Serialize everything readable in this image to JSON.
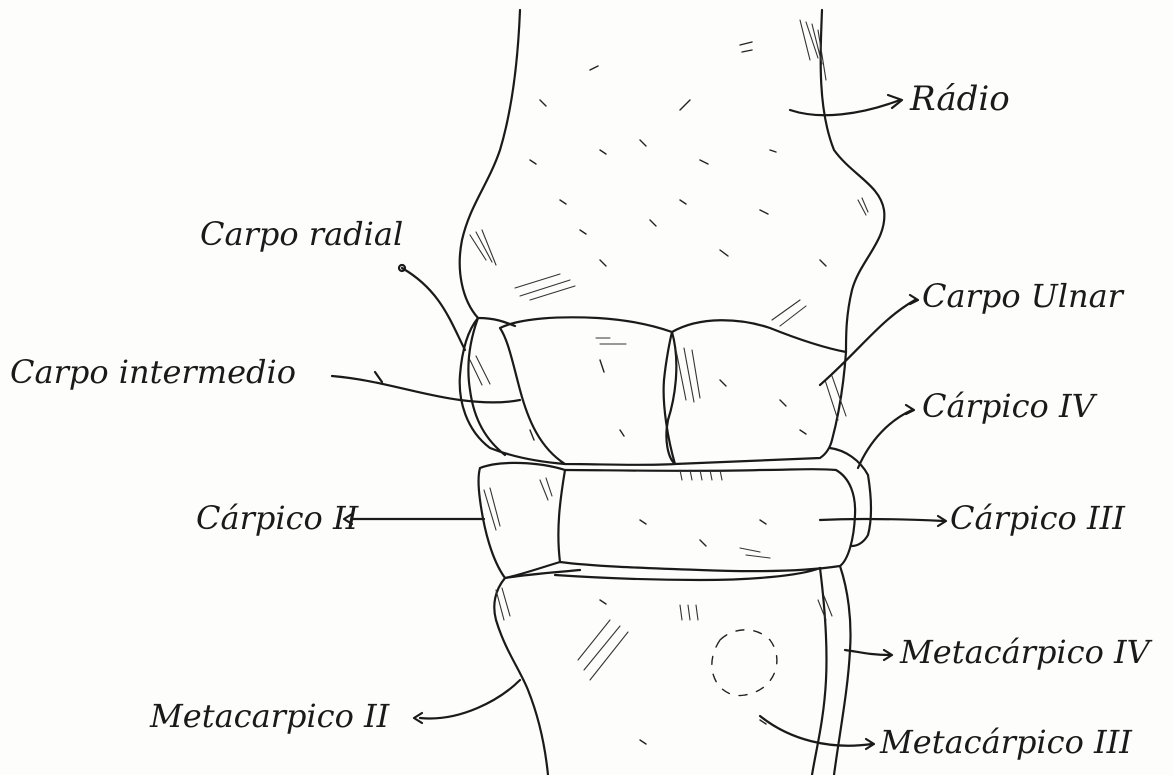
{
  "labels": {
    "radio": "Rádio",
    "carpo_radial": "Carpo radial",
    "carpo_ulnar": "Carpo Ulnar",
    "carpo_intermedio": "Carpo intermedio",
    "carpico_iv": "Cárpico IV",
    "carpico_ii": "Cárpico II",
    "carpico_iii": "Cárpico III",
    "metacarpico_iv": "Metacárpico IV",
    "metacarpico_ii": "Metacarpico II",
    "metacarpico_iii": "Metacárpico III"
  }
}
